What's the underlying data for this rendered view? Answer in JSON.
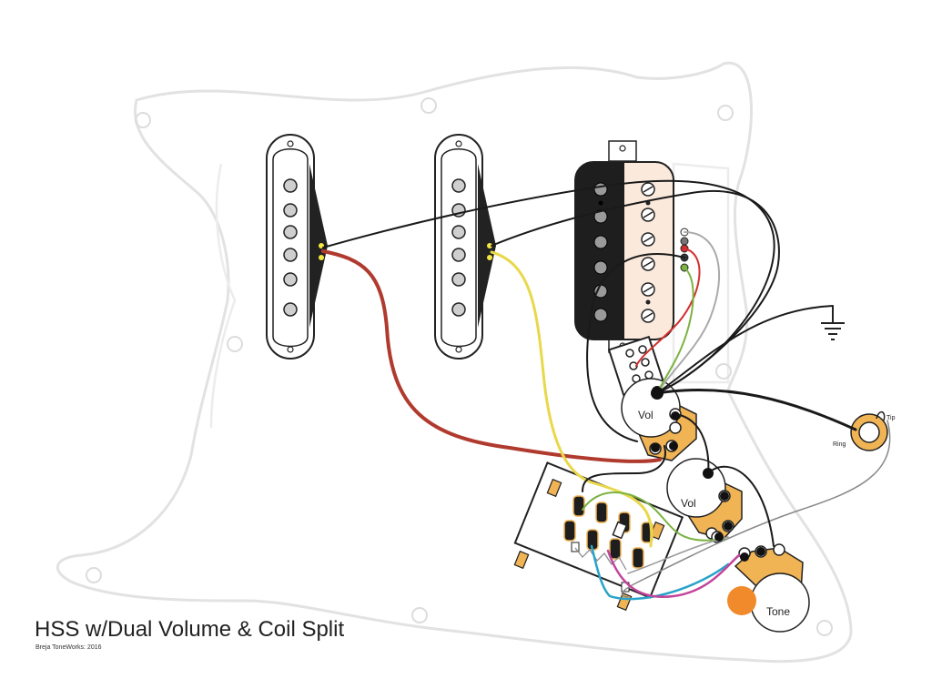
{
  "title": "HSS w/Dual Volume & Coil Split",
  "credit": "Breja ToneWorks: 2016",
  "labels": {
    "vol_1": "Vol",
    "vol_2": "Vol",
    "tone": "Tone",
    "jack_tip": "Tip",
    "jack_ring": "Ring"
  },
  "colors": {
    "pickguard_outline": "#e2e2e2",
    "wire_black": "#1a1a1a",
    "wire_red": "#b03a2e",
    "wire_yellow": "#e8d84a",
    "wire_green": "#7cb342",
    "wire_blue": "#29a3c9",
    "wire_magenta": "#c2449b",
    "pot_body": "#f0b455",
    "capacitor": "#f08a2a",
    "humbucker_dark_coil": "#1e1e1e",
    "humbucker_light_coil": "#fbe9dc"
  }
}
